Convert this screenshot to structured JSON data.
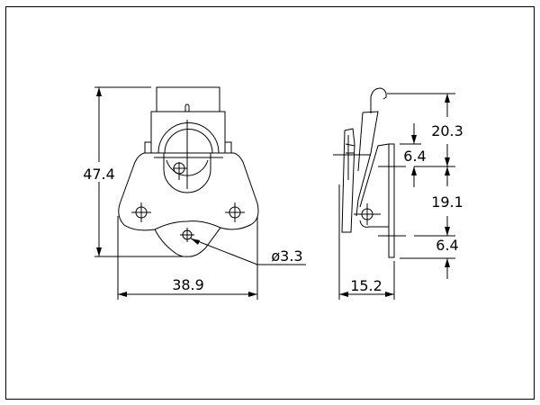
{
  "drawing": {
    "front_view": {
      "height_dim": "47.4",
      "width_dim": "38.9",
      "hole_dim": "ø3.3"
    },
    "side_view": {
      "depth_dim": "15.2",
      "top_dim": "20.3",
      "slot_top_dim": "6.4",
      "mid_dim": "19.1",
      "bottom_dim": "6.4"
    },
    "colors": {
      "line": "#000000",
      "background": "#ffffff"
    }
  }
}
